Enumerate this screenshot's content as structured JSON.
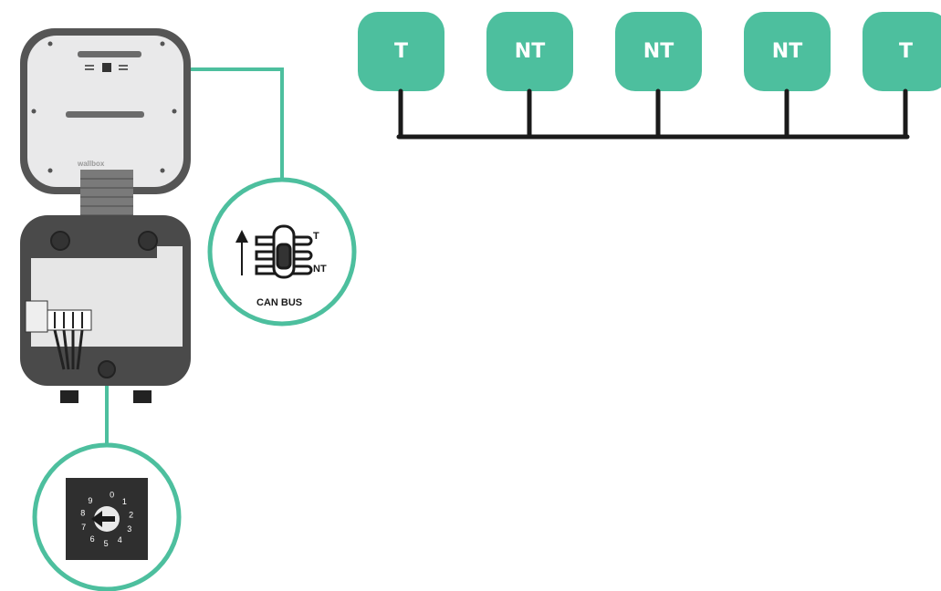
{
  "nodes": [
    {
      "label": "T"
    },
    {
      "label": "NT"
    },
    {
      "label": "NT"
    },
    {
      "label": "NT"
    },
    {
      "label": "T"
    }
  ],
  "switch_callout": {
    "top_label": "T",
    "bottom_label": "NT",
    "caption": "CAN BUS"
  },
  "charger": {
    "brand": "wallbox"
  },
  "rotary_dial": {
    "digits": [
      "0",
      "1",
      "2",
      "3",
      "4",
      "5",
      "6",
      "7",
      "8",
      "9"
    ]
  },
  "colors": {
    "accent": "#4dbf9e",
    "bus_line": "#1a1a1a",
    "charger_body": "#4a4a4a",
    "charger_lid": "#e9e9ea"
  }
}
